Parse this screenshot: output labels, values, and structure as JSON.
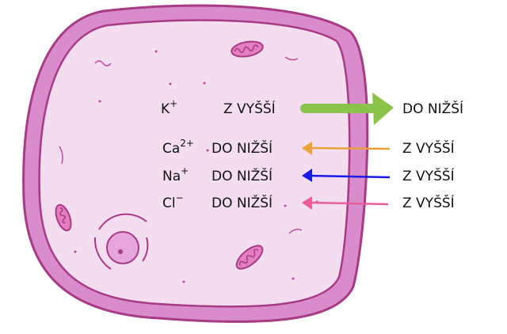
{
  "colors": {
    "membrane": "#d98ccb",
    "membrane_edge": "#a83a86",
    "cytoplasm": "#f4ddef",
    "green": "#8bc34a",
    "orange": "#e9a23b",
    "blue": "#1a1ae6",
    "pink": "#e85d9a"
  },
  "rows": [
    {
      "ion": "K",
      "charge": "+",
      "inside": "Z VYŠŠÍ",
      "outside": "DO NIŽŠÍ"
    },
    {
      "ion": "Ca",
      "charge": "2+",
      "inside": "DO NIŽŠÍ",
      "outside": "Z VYŠŠÍ"
    },
    {
      "ion": "Na",
      "charge": "+",
      "inside": "DO NIŽŠÍ",
      "outside": "Z VYŠŠÍ"
    },
    {
      "ion": "Cl",
      "charge": "−",
      "inside": "DO NIŽŠÍ",
      "outside": "Z VYŠŠÍ"
    }
  ]
}
